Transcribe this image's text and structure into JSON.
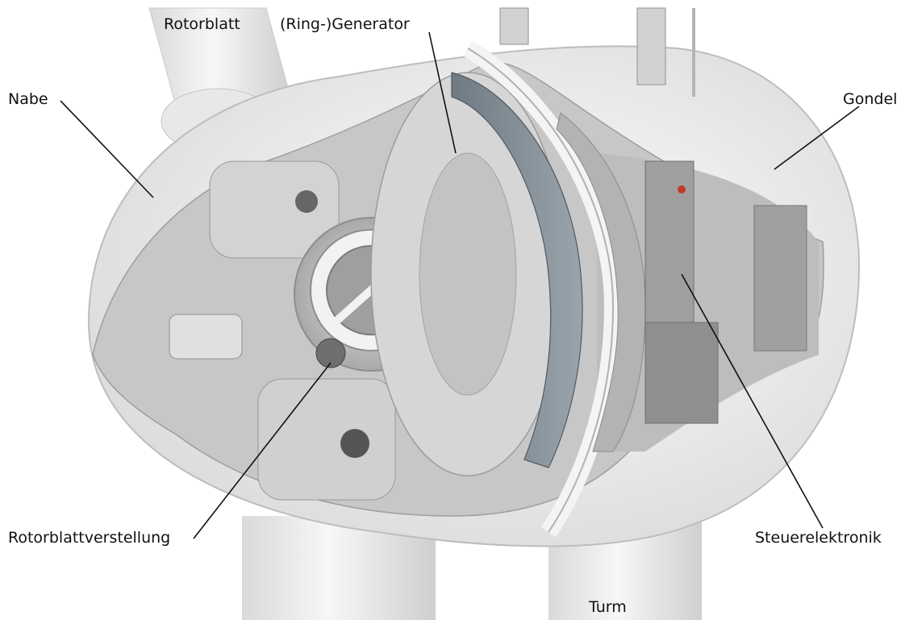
{
  "labels": {
    "rotorblatt": "Rotorblatt",
    "generator": "(Ring-)Generator",
    "nabe": "Nabe",
    "gondel": "Gondel",
    "rotorblattverstellung": "Rotorblattverstellung",
    "steuerelektronik": "Steuerelektronik",
    "turm": "Turm"
  },
  "colors": {
    "shell": "#f1f1f1",
    "interior": "#c9c9c9",
    "metal": "#a9a9a9",
    "coil": "#7f8a93",
    "leader": "#111111"
  }
}
